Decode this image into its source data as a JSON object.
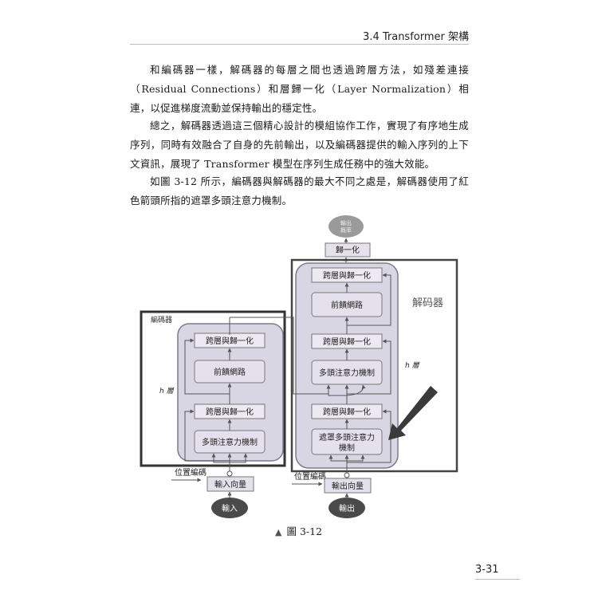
{
  "header": {
    "title": "3.4  Transformer 架構"
  },
  "paragraphs": [
    "和編碼器一樣，解碼器的每層之間也透過跨層方法，如殘差連接（Residual Connections）和層歸一化（Layer Normalization）相連，以促進梯度流動並保持輸出的穩定性。",
    "總之，解碼器透過這三個精心設計的模組協作工作，實現了有序地生成序列，同時有效融合了自身的先前輸出，以及編碼器提供的輸入序列的上下文資訊，展現了 Transformer 模型在序列生成任務中的強大效能。",
    "如圖 3-12 所示，編碼器與解碼器的最大不同之處是，解碼器使用了紅色箭頭所指的遮罩多頭注意力機制。"
  ],
  "figure": {
    "encoder": {
      "title": "編碼器",
      "layer_count": "h 層",
      "add_norm_top": "跨層與歸一化",
      "feed_forward": "前饋網路",
      "add_norm_bottom": "跨層與歸一化",
      "multi_head_attention": "多頭注意力機制",
      "positional_encoding": "位置編碼",
      "input_embedding": "輸入向量",
      "input": "輸入"
    },
    "decoder": {
      "title": "解码器",
      "layer_count": "h 層",
      "output_norm": "歸一化",
      "output_probs": "輸出\n概率",
      "add_norm_top": "跨層與歸一化",
      "feed_forward": "前饋網路",
      "add_norm_mid": "跨層與歸一化",
      "multi_head_attention": "多頭注意力機制",
      "add_norm_bottom": "跨層與歸一化",
      "masked_attention_line1": "遮罩多頭注意力",
      "masked_attention_line2": "機制",
      "positional_encoding": "位置編碼",
      "output_embedding": "輸出向量",
      "output": "輸出"
    },
    "caption": "圖 3-12"
  },
  "footer": {
    "page_number": "3-31"
  },
  "colors": {
    "panel_fill": "#d9d6e4",
    "panel_stroke": "#7d7a8c",
    "box_fill": "#e4e1ec",
    "oval_fill": "#4a4a4a",
    "arrow_fill": "#3a3a3a"
  }
}
